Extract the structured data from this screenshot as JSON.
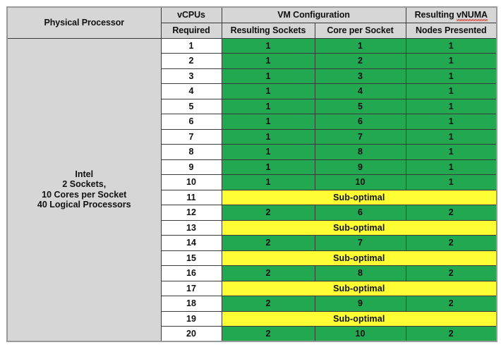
{
  "table": {
    "headers": {
      "physical_processor": "Physical Processor",
      "vcpus_required_line1": "vCPUs",
      "vcpus_required_line2": "Required",
      "vm_configuration": "VM Configuration",
      "resulting_sockets": "Resulting Sockets",
      "core_per_socket": "Core per Socket",
      "resulting_vnuma_line1_prefix": "Resulting ",
      "resulting_vnuma_line1_misspelled": "vNUMA",
      "resulting_vnuma_line2": "Nodes Presented"
    },
    "processor": {
      "lines": [
        "Intel",
        "2 Sockets,",
        "10 Cores per Socket",
        "40 Logical Processors"
      ]
    },
    "suboptimal_label": "Sub-optimal",
    "colors": {
      "optimal_fill": "#22a851",
      "optimal_text": "#0d2e18",
      "suboptimal_fill": "#fdfd33",
      "suboptimal_text": "#151505",
      "header_fill": "#d6d6d6",
      "vcpu_fill": "#ffffff",
      "grid_line": "#3a3a3a",
      "outer_border": "#9a9a9a",
      "spellcheck_underline": "#e8261d"
    },
    "rows": [
      {
        "vcpus": "1",
        "status": "optimal",
        "sockets": "1",
        "cores": "1",
        "nodes": "1"
      },
      {
        "vcpus": "2",
        "status": "optimal",
        "sockets": "1",
        "cores": "2",
        "nodes": "1"
      },
      {
        "vcpus": "3",
        "status": "optimal",
        "sockets": "1",
        "cores": "3",
        "nodes": "1"
      },
      {
        "vcpus": "4",
        "status": "optimal",
        "sockets": "1",
        "cores": "4",
        "nodes": "1"
      },
      {
        "vcpus": "5",
        "status": "optimal",
        "sockets": "1",
        "cores": "5",
        "nodes": "1"
      },
      {
        "vcpus": "6",
        "status": "optimal",
        "sockets": "1",
        "cores": "6",
        "nodes": "1"
      },
      {
        "vcpus": "7",
        "status": "optimal",
        "sockets": "1",
        "cores": "7",
        "nodes": "1"
      },
      {
        "vcpus": "8",
        "status": "optimal",
        "sockets": "1",
        "cores": "8",
        "nodes": "1"
      },
      {
        "vcpus": "9",
        "status": "optimal",
        "sockets": "1",
        "cores": "9",
        "nodes": "1"
      },
      {
        "vcpus": "10",
        "status": "optimal",
        "sockets": "1",
        "cores": "10",
        "nodes": "1"
      },
      {
        "vcpus": "11",
        "status": "suboptimal",
        "sockets": "",
        "cores": "",
        "nodes": ""
      },
      {
        "vcpus": "12",
        "status": "optimal",
        "sockets": "2",
        "cores": "6",
        "nodes": "2"
      },
      {
        "vcpus": "13",
        "status": "suboptimal",
        "sockets": "",
        "cores": "",
        "nodes": ""
      },
      {
        "vcpus": "14",
        "status": "optimal",
        "sockets": "2",
        "cores": "7",
        "nodes": "2"
      },
      {
        "vcpus": "15",
        "status": "suboptimal",
        "sockets": "",
        "cores": "",
        "nodes": ""
      },
      {
        "vcpus": "16",
        "status": "optimal",
        "sockets": "2",
        "cores": "8",
        "nodes": "2"
      },
      {
        "vcpus": "17",
        "status": "suboptimal",
        "sockets": "",
        "cores": "",
        "nodes": ""
      },
      {
        "vcpus": "18",
        "status": "optimal",
        "sockets": "2",
        "cores": "9",
        "nodes": "2"
      },
      {
        "vcpus": "19",
        "status": "suboptimal",
        "sockets": "",
        "cores": "",
        "nodes": ""
      },
      {
        "vcpus": "20",
        "status": "optimal",
        "sockets": "2",
        "cores": "10",
        "nodes": "2"
      }
    ]
  }
}
